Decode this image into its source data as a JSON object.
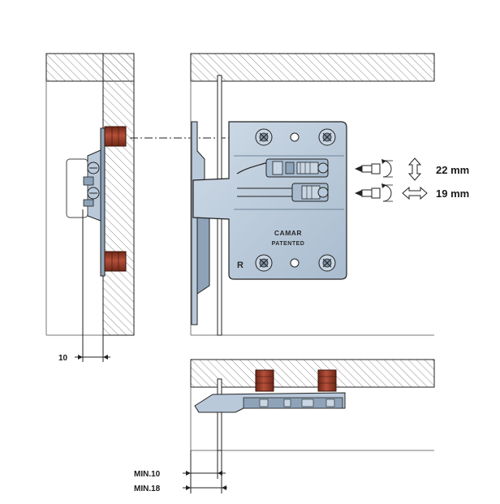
{
  "plate": {
    "brand_top": "CAMAR",
    "brand_bottom": "PATENTED",
    "side_mark": "R"
  },
  "adjustments": {
    "vertical": "22 mm",
    "horizontal": "19 mm"
  },
  "dimensions": {
    "left_offset": "10",
    "min_a": "MIN.10",
    "min_b": "MIN.18"
  },
  "colors": {
    "plate": "#b9c9da",
    "plate_dark": "#8ea3b8",
    "dowel": "#a0402c",
    "dowel_dark": "#6e2818",
    "line": "#222222",
    "hatch": "#8a8a8a"
  }
}
